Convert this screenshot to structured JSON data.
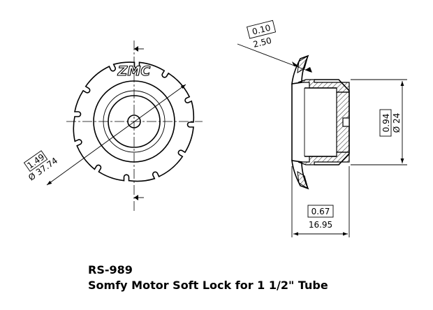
{
  "logo_text": "ZMC",
  "dimensions": {
    "outer_diameter": {
      "inch": "1.49",
      "mm": "Ø 37.74"
    },
    "flange_thickness": {
      "inch": "0.10",
      "mm": "2.50"
    },
    "body_diameter": {
      "inch": "0.94",
      "mm": "Ø 24"
    },
    "length": {
      "inch": "0.67",
      "mm": "16.95"
    }
  },
  "title": {
    "part_number": "RS-989",
    "description": "Somfy Motor Soft Lock for 1 1/2\" Tube"
  }
}
